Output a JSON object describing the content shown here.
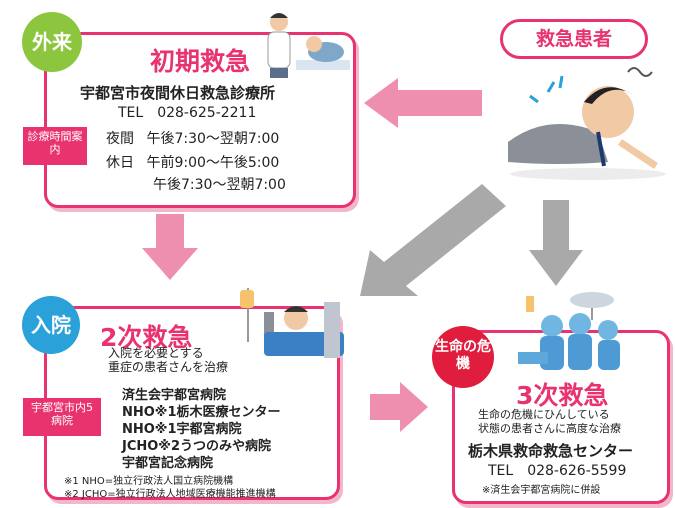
{
  "colors": {
    "accent": "#e8336f",
    "green": "#8cc63f",
    "blue": "#2aa1d9",
    "red": "#e01d3c",
    "gray_arrow": "#a9a9a9"
  },
  "emergency_patient": "救急患者",
  "outpatient": {
    "badge": "外来",
    "title": "初期救急",
    "facility": "宇都宮市夜間休日救急診療所",
    "tel": "TEL　028-625-2211",
    "hours_tag": "診療時間案内",
    "hours": [
      {
        "label": "夜間",
        "time": "午後7:30～翌朝7:00"
      },
      {
        "label": "休日",
        "time": "午前9:00～午後5:00"
      },
      {
        "label": "",
        "time": "午後7:30～翌朝7:00"
      }
    ]
  },
  "inpatient": {
    "badge": "入院",
    "title": "2次救急",
    "description": [
      "入院を必要とする",
      "重症の患者さんを治療"
    ],
    "tag": "宇都宮市内5病院",
    "hospitals": [
      "済生会宇都宮病院",
      "NHO※1栃木医療センター",
      "NHO※1宇都宮病院",
      "JCHO※2うつのみや病院",
      "宇都宮記念病院"
    ],
    "notes": [
      "※1 NHO=独立行政法人国立病院機構",
      "※2 JCHO=独立行政法人地域医療機能推進機構"
    ]
  },
  "critical": {
    "badge": "生命の危機",
    "title": "3次救急",
    "description": [
      "生命の危機にひんしている",
      "状態の患者さんに高度な治療"
    ],
    "facility": "栃木県救命救急センター",
    "tel": "TEL　028-626-5599",
    "note": "※済生会宇都宮病院に併設"
  },
  "icons": [
    "doctor-patient-illustration",
    "hospital-bed-illustration",
    "surgery-team-illustration",
    "collapsed-man-illustration"
  ]
}
